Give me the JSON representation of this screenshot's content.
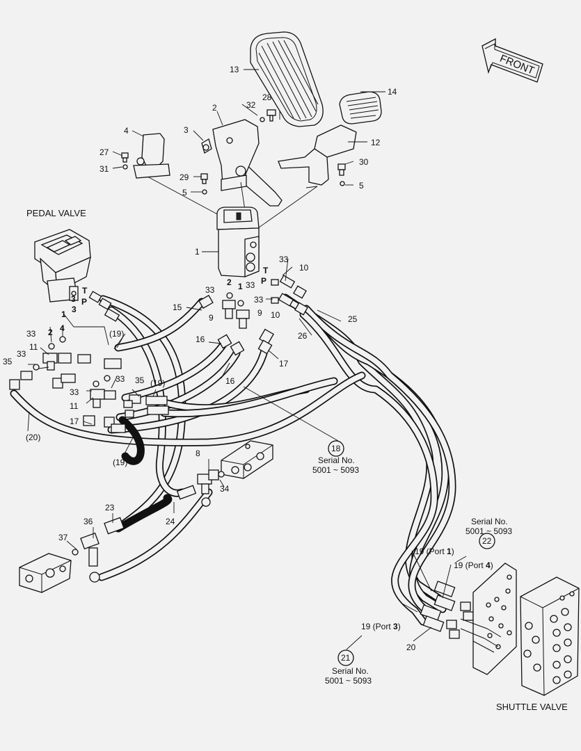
{
  "titles": {
    "pedal_valve": "PEDAL VALVE",
    "shuttle_valve": "SHUTTLE VALVE",
    "front": "FRONT"
  },
  "serial": {
    "label": "Serial No.",
    "range": "5001 ~ 5093"
  },
  "callouts": {
    "c13": "13",
    "c14": "14",
    "c12": "12",
    "c28": "28",
    "c32": "32",
    "c2": "2",
    "c3": "3",
    "c4": "4",
    "c27": "27",
    "c31": "31",
    "c29": "29",
    "c5a": "5",
    "c5b": "5",
    "c30": "30",
    "c1": "1",
    "c33a": "33",
    "c33b": "33",
    "c33c": "33",
    "c33d": "33",
    "c33e": "33",
    "c33f": "33",
    "c33g": "33",
    "c10a": "10",
    "c10b": "10",
    "c25": "25",
    "c26": "26",
    "c15": "15",
    "c9a": "9",
    "c9b": "9",
    "c16a": "16",
    "c16b": "16",
    "c17a": "17",
    "c17b": "17",
    "c19a": "(19)",
    "c19b": "(19)",
    "c19c": "(19)",
    "c11a": "11",
    "c11b": "11",
    "c35a": "35",
    "c35b": "35",
    "c20p": "(20)",
    "c18": "18",
    "c8": "8",
    "c34": "34",
    "c23": "23",
    "c24": "24",
    "c36": "36",
    "c37": "37",
    "c22": "22",
    "c21": "21",
    "c20": "20",
    "p_2a": "2",
    "p_1a": "1",
    "p_T1": "T",
    "p_P1": "P",
    "p_3": "3",
    "p_1b": "1",
    "p_4": "4",
    "p_2b": "2",
    "p_T2": "T",
    "p_P2": "P",
    "p_3b": "3"
  },
  "ports": {
    "port1_prefix": "19 (Port ",
    "port1_num": "1",
    "port4_prefix": "19 (Port ",
    "port4_num": "4",
    "port3_prefix": "19 (Port ",
    "port3_num": "3",
    "close": ")"
  }
}
